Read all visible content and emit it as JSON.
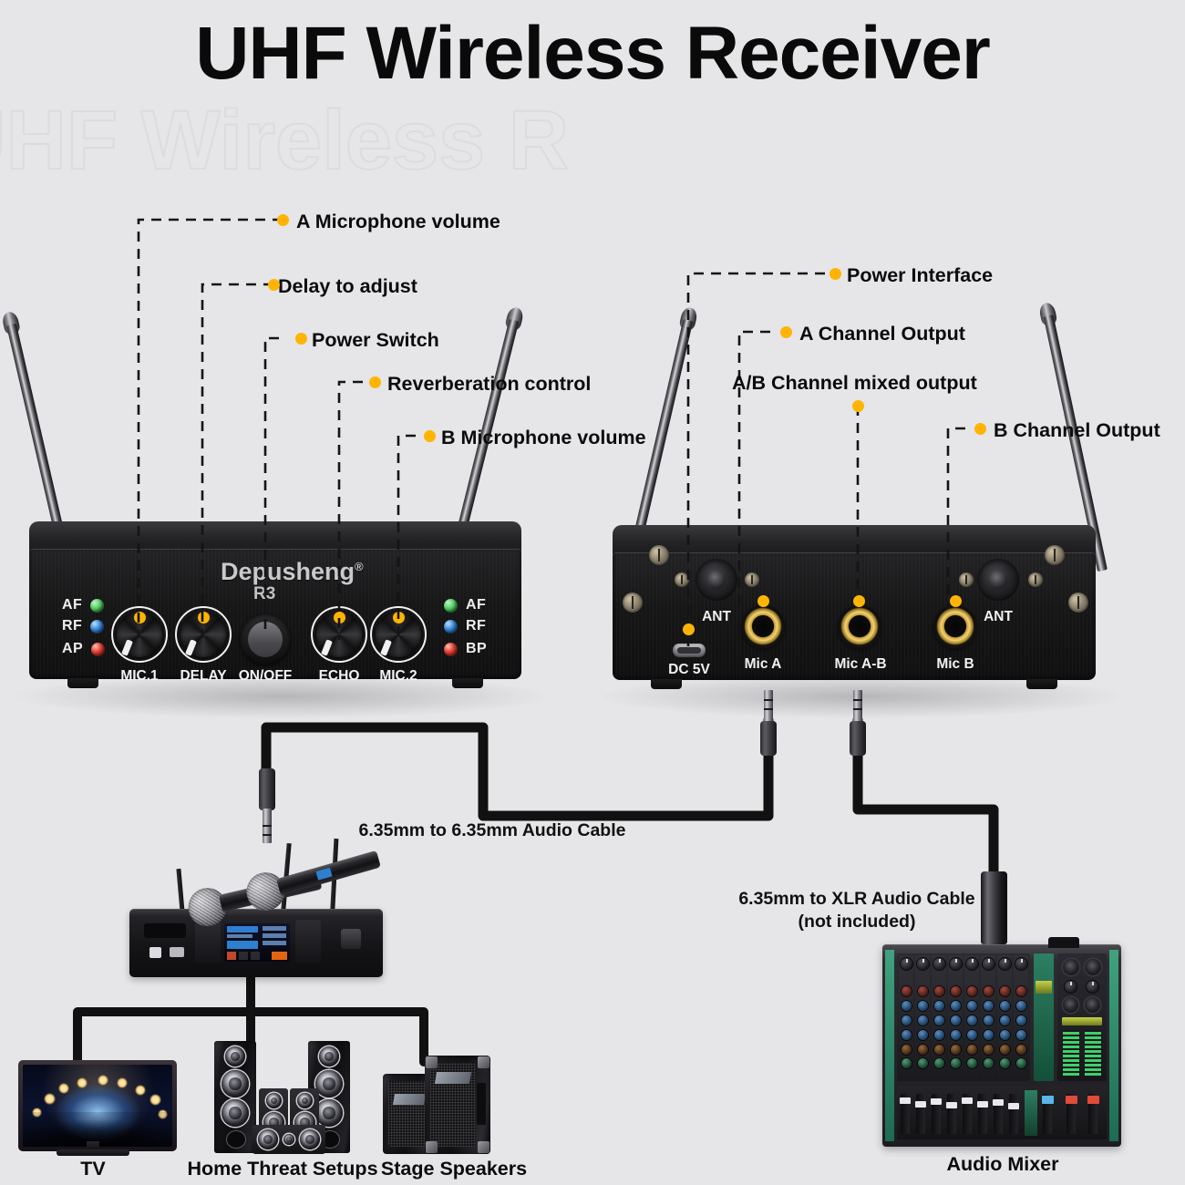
{
  "page": {
    "title": "UHF Wireless Receiver",
    "watermark": "UHF Wireless R",
    "background_color": "#e6e6e8",
    "accent_dot_color": "#ffb404"
  },
  "front_callouts": [
    {
      "id": "a-microphone-volume",
      "label": "A Microphone volume"
    },
    {
      "id": "delay-to-adjust",
      "label": "Delay to adjust"
    },
    {
      "id": "power-switch",
      "label": "Power Switch"
    },
    {
      "id": "reverberation-control",
      "label": "Reverberation control"
    },
    {
      "id": "b-microphone-volume",
      "label": "B Microphone volume"
    }
  ],
  "rear_callouts": [
    {
      "id": "power-interface",
      "label": "Power Interface"
    },
    {
      "id": "a-channel-output",
      "label": "A Channel Output"
    },
    {
      "id": "ab-channel-mixed-output",
      "label": "A/B Channel mixed output"
    },
    {
      "id": "b-channel-output",
      "label": "B Channel Output"
    }
  ],
  "front_panel": {
    "brand": "Depusheng",
    "brand_mark": "®",
    "model": "R3",
    "leds_left": [
      {
        "label": "AF",
        "color": "#3fc858"
      },
      {
        "label": "RF",
        "color": "#2b7fd4"
      },
      {
        "label": "AP",
        "color": "#e23a2a"
      }
    ],
    "leds_right": [
      {
        "label": "AF",
        "color": "#3fc858"
      },
      {
        "label": "RF",
        "color": "#2b7fd4"
      },
      {
        "label": "BP",
        "color": "#e23a2a"
      }
    ],
    "knobs": [
      {
        "label": "MIC.1",
        "type": "rotary"
      },
      {
        "label": "DELAY",
        "type": "rotary"
      },
      {
        "label": "ON/OFF",
        "type": "power"
      },
      {
        "label": "ECHO",
        "type": "rotary"
      },
      {
        "label": "MIC.2",
        "type": "rotary"
      }
    ]
  },
  "rear_panel": {
    "ports": [
      {
        "label": "DC 5V",
        "type": "usb-c"
      },
      {
        "label": "ANT",
        "type": "antenna-base"
      },
      {
        "label": "Mic A",
        "type": "jack-6.35mm"
      },
      {
        "label": "Mic A-B",
        "type": "jack-6.35mm"
      },
      {
        "label": "Mic B",
        "type": "jack-6.35mm"
      },
      {
        "label": "ANT",
        "type": "antenna-base"
      }
    ]
  },
  "cables": [
    {
      "id": "trs-to-trs",
      "label": "6.35mm to 6.35mm Audio Cable"
    },
    {
      "id": "trs-to-xlr",
      "label_line1": "6.35mm to XLR Audio Cable",
      "label_line2": "(not included)"
    }
  ],
  "connected_devices": [
    {
      "id": "tv",
      "label": "TV"
    },
    {
      "id": "home-theater",
      "label": "Home Threat Setups"
    },
    {
      "id": "stage-speakers",
      "label": "Stage Speakers"
    },
    {
      "id": "audio-mixer",
      "label": "Audio Mixer"
    }
  ]
}
